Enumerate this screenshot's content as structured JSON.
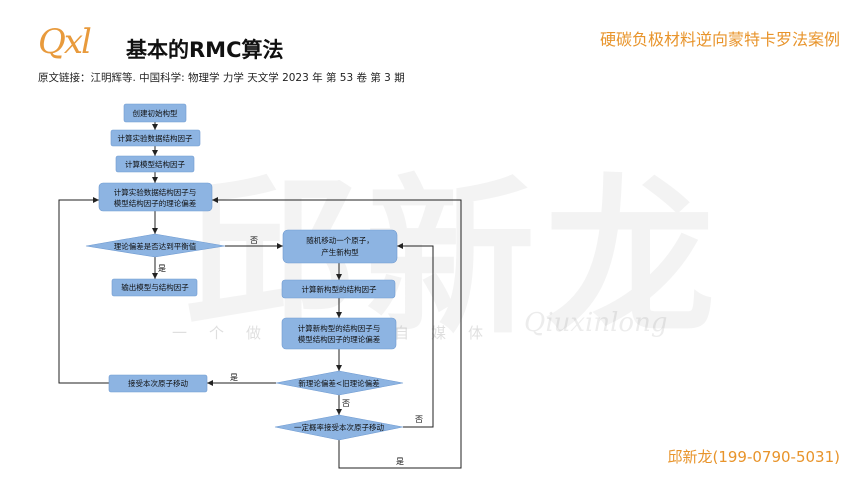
{
  "header": {
    "logo": "Qxl",
    "title": "基本的RMC算法",
    "topic": "硬碳负极材料逆向蒙特卡罗法案例",
    "source": "原文链接：江明辉等. 中国科学: 物理学 力学 天文学 2023 年 第 53 卷 第 3 期"
  },
  "watermark": {
    "big": "邱新龙",
    "slogan": "一个做计算的自媒体",
    "roman": "Qiuxinlong"
  },
  "flow": {
    "init": "创建初始构型",
    "calc_exp": "计算实验数据结构因子",
    "calc_model": "计算模型结构因子",
    "deviation": [
      "计算实验数据结构因子与",
      "模型结构因子的理论偏差"
    ],
    "check_balance": "理论偏差是否达到平衡值",
    "output": "输出模型与结构因子",
    "move_atom": [
      "随机移动一个原子，",
      "产生新构型"
    ],
    "calc_new": "计算新构型的结构因子",
    "new_deviation": [
      "计算新构型的结构因子与",
      "模型结构因子的理论偏差"
    ],
    "compare": "新理论偏差<旧理论偏差",
    "accept": "接受本次原子移动",
    "prob_accept": "一定概率接受本次原子移动",
    "yes": "是",
    "no": "否"
  },
  "footer": {
    "contact": "邱新龙(199-0790-5031)"
  }
}
